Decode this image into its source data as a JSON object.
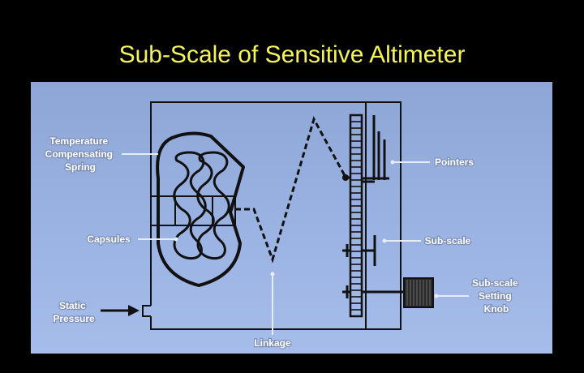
{
  "slide": {
    "title": "Sub-Scale of Sensitive Altimeter"
  },
  "diagram": {
    "labels": {
      "temperature_spring": [
        "Temperature",
        "Compensating",
        "Spring"
      ],
      "capsules": "Capsules",
      "static_pressure": [
        "Static",
        "Pressure"
      ],
      "linkage": "Linkage",
      "pointers": "Pointers",
      "sub_scale": "Sub-scale",
      "setting_knob": [
        "Sub-scale",
        "Setting",
        "Knob"
      ]
    },
    "colors": {
      "background": "#000000",
      "title": "#f4f45a",
      "panel": "#9ab2e2",
      "line": "#111111",
      "leader": "#e6ecfa",
      "label_text": "#ffffff"
    }
  }
}
